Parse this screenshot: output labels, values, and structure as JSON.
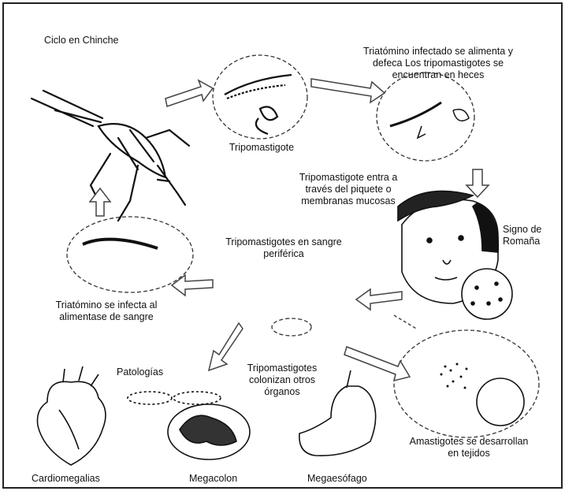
{
  "title": "Ciclo en Chinche",
  "labels": {
    "step1": "Triatómino infectado se alimenta y\ndefeca  Los tripomastigotes se\nencuentran en heces",
    "tripomastigote": "Tripomastigote",
    "step2": "Tripomastigote entra a\ntravés del piquete o\nmembranas mucosas",
    "romana": "Signo de\nRomaña",
    "blood": "Tripomastigotes en sangre\nperiférica",
    "bug_infect": "Triatómino se infecta al\nalimentase de sangre",
    "pathologies": "Patologías",
    "colonize": "Tripomastigotes\ncolonizan otros\nórganos",
    "amastigotes": "Amastigotes se desarrollan\nen tejidos",
    "cardio": "Cardiomegalias",
    "megacolon": "Megacolon",
    "megaesophagus": "Megaesófago"
  }
}
